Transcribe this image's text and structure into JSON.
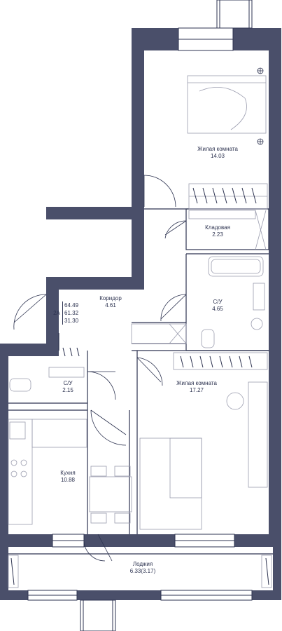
{
  "colors": {
    "wall": "#4a4f6a",
    "line": "#2d3350",
    "furniture": "#9a9cae",
    "background": "#ffffff"
  },
  "apartment": {
    "type": "2А",
    "total_area": "64.49",
    "living_total": "61.32",
    "living_area": "31.30"
  },
  "rooms": {
    "bedroom": {
      "name": "Жилая комната",
      "area": "14.03"
    },
    "storage": {
      "name": "Кладовая",
      "area": "2.23"
    },
    "corridor": {
      "name": "Коридор",
      "area": "4.61"
    },
    "bathroom_1": {
      "name": "С/У",
      "area": "4.65"
    },
    "bathroom_2": {
      "name": "С/У",
      "area": "2.15"
    },
    "living": {
      "name": "Жилая комната",
      "area": "17.27"
    },
    "kitchen": {
      "name": "Кухня",
      "area": "10.88"
    },
    "loggia": {
      "name": "Лоджия",
      "area": "6.33(3.17)"
    }
  },
  "icons": [
    "outlet-icon",
    "switch-icon"
  ]
}
